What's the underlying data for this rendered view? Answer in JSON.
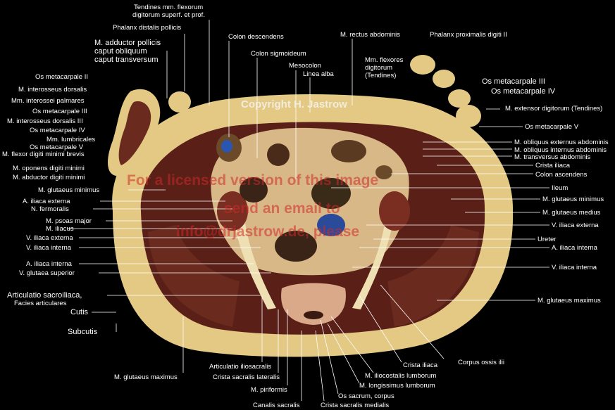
{
  "copyright": "Copyright H. Jastrow",
  "watermark": [
    "For a licensed version of this image",
    "send an email to",
    "info@drjastrow.de, please"
  ],
  "labels": {
    "tendines": [
      "Tendines mm. flexorum",
      "digitorum superf. et prof."
    ],
    "phalanx_distalis": "Phalanx distalis pollicis",
    "adductor": [
      "M. adductor pollicis",
      "caput obliquum",
      "caput transversum"
    ],
    "colon_desc": "Colon descendens",
    "colon_sigm": "Colon sigmoideum",
    "mesocolon": "Mesocolon",
    "linea_alba": "Linea alba",
    "rectus": "M. rectus abdominis",
    "phalanx_prox": "Phalanx proximalis digiti II",
    "mm_flexores": [
      "Mm. flexores",
      "digitorum",
      "(Tendines)"
    ],
    "os_meta_III_r": "Os metacarpale III",
    "os_meta_IV_r": "Os metacarpale IV",
    "extensor": "M. extensor digitorum (Tendines)",
    "os_meta_V_r": "Os metacarpale V",
    "os_meta_II": "Os metacarpale II",
    "interosseus_d": "M. interosseus dorsalis",
    "interossei_p": "Mm. interossei palmares",
    "os_meta_III": "Os metacarpale III",
    "interosseus_d3": "M. interosseus dorsalis III",
    "os_meta_IV": "Os metacarpale IV",
    "lumbricales": "Mm. lumbricales",
    "os_meta_V": "Os metacarpale V",
    "flexor_dmb": "M. flexor digiti minimi brevis",
    "oponens": "M. oponens digiti minimi",
    "abductor": "M. abductor digiti minimi",
    "obl_ext": "M. obliquus externus abdominis",
    "obl_int": "M. obliquus internus abdominis",
    "transv": "M. transversus abdominis",
    "crista_il_r": "Crista iliaca",
    "colon_asc": "Colon ascendens",
    "ileum": "Ileum",
    "glut_min_r": "M. glutaeus minimus",
    "glut_med": "M. glutaeus medius",
    "v_il_ext_r": "V. iliaca externa",
    "ureter": "Ureter",
    "a_il_int_r": "A. iliaca interna",
    "v_il_int_r": "V. iliaca interna",
    "glut_max_r": "M. glutaeus maximus",
    "glut_min": "M. glutaeus minimus",
    "a_il_ext": "A. iliaca externa",
    "n_fem": "N. fermoralis",
    "psoas": "M. psoas major",
    "iliacus": "M. iliacus",
    "v_il_ext": "V. iliaca externa",
    "v_il_int": "V. iliaca interna",
    "a_il_int": "A. iliaca interna",
    "v_glut_sup": "V. glutaea superior",
    "artic_sacro": [
      "Articulatio sacroiliaca,",
      "Facies articulares"
    ],
    "cutis": "Cutis",
    "subcutis": "Subcutis",
    "glut_max_l": "M. glutaeus maximus",
    "artic_ilio": "Articulatio iliosacralis",
    "crista_sac_lat": "Crista sacralis lateralis",
    "piriformis": "M. piriformis",
    "canalis": "Canalis sacralis",
    "crista_sac_med": "Crista sacralis medialis",
    "os_sacrum": "Os sacrum, corpus",
    "longissimus": "M. longissimus lumborum",
    "iliocostalis": "M. iliocostalis lumborum",
    "crista_il": "Crista iliaca",
    "corpus_ilii": "Corpus ossis ilii"
  },
  "colors": {
    "subcutis": "#e6cf8a",
    "muscle": "#4a1a14",
    "bone": "#efe0b4",
    "background": "#000000"
  }
}
